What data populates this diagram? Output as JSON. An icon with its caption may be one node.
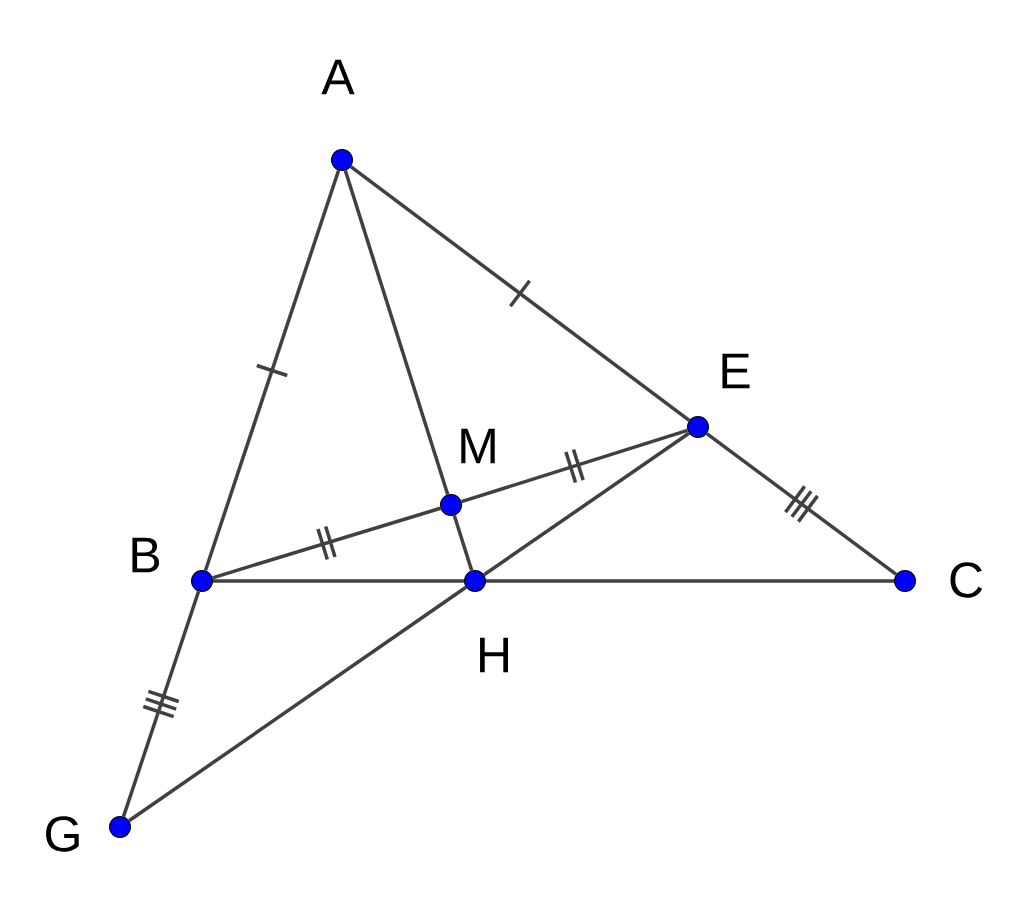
{
  "diagram": {
    "nodes": [
      {
        "text": [
          "A"
        ]
      },
      {
        "text": [
          "B"
        ]
      },
      {
        "text": [
          "C"
        ]
      },
      {
        "text": [
          "E"
        ]
      },
      {
        "text": [
          "M"
        ]
      },
      {
        "text": [
          "H"
        ]
      },
      {
        "text": [
          "G"
        ]
      }
    ],
    "edges": [
      {
        "from": 0,
        "to": 1,
        "arrow": "none"
      },
      {
        "from": 0,
        "to": 3,
        "arrow": "none"
      },
      {
        "from": 3,
        "to": 2,
        "arrow": "none"
      },
      {
        "from": 0,
        "to": 4,
        "arrow": "none"
      },
      {
        "from": 4,
        "to": 5,
        "arrow": "none"
      },
      {
        "from": 1,
        "to": 4,
        "arrow": "none"
      },
      {
        "from": 4,
        "to": 3,
        "arrow": "none"
      },
      {
        "from": 1,
        "to": 5,
        "arrow": "none"
      },
      {
        "from": 5,
        "to": 2,
        "arrow": "none"
      },
      {
        "from": 3,
        "to": 5,
        "arrow": "none"
      },
      {
        "from": 5,
        "to": 6,
        "arrow": "none"
      },
      {
        "from": 1,
        "to": 6,
        "arrow": "none"
      }
    ]
  }
}
